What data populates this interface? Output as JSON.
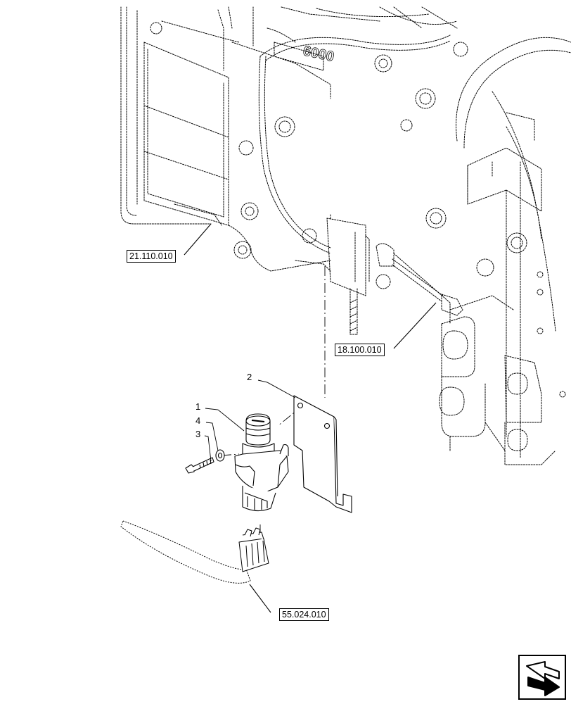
{
  "references": [
    {
      "id": "ref-21",
      "label": "21.110.010"
    },
    {
      "id": "ref-18",
      "label": "18.100.010"
    },
    {
      "id": "ref-55",
      "label": "55.024.010"
    }
  ],
  "callouts": [
    "1",
    "2",
    "3",
    "4"
  ],
  "casting_mark": "6000",
  "icons": {
    "navigation": "next-page-arrow-icon"
  }
}
